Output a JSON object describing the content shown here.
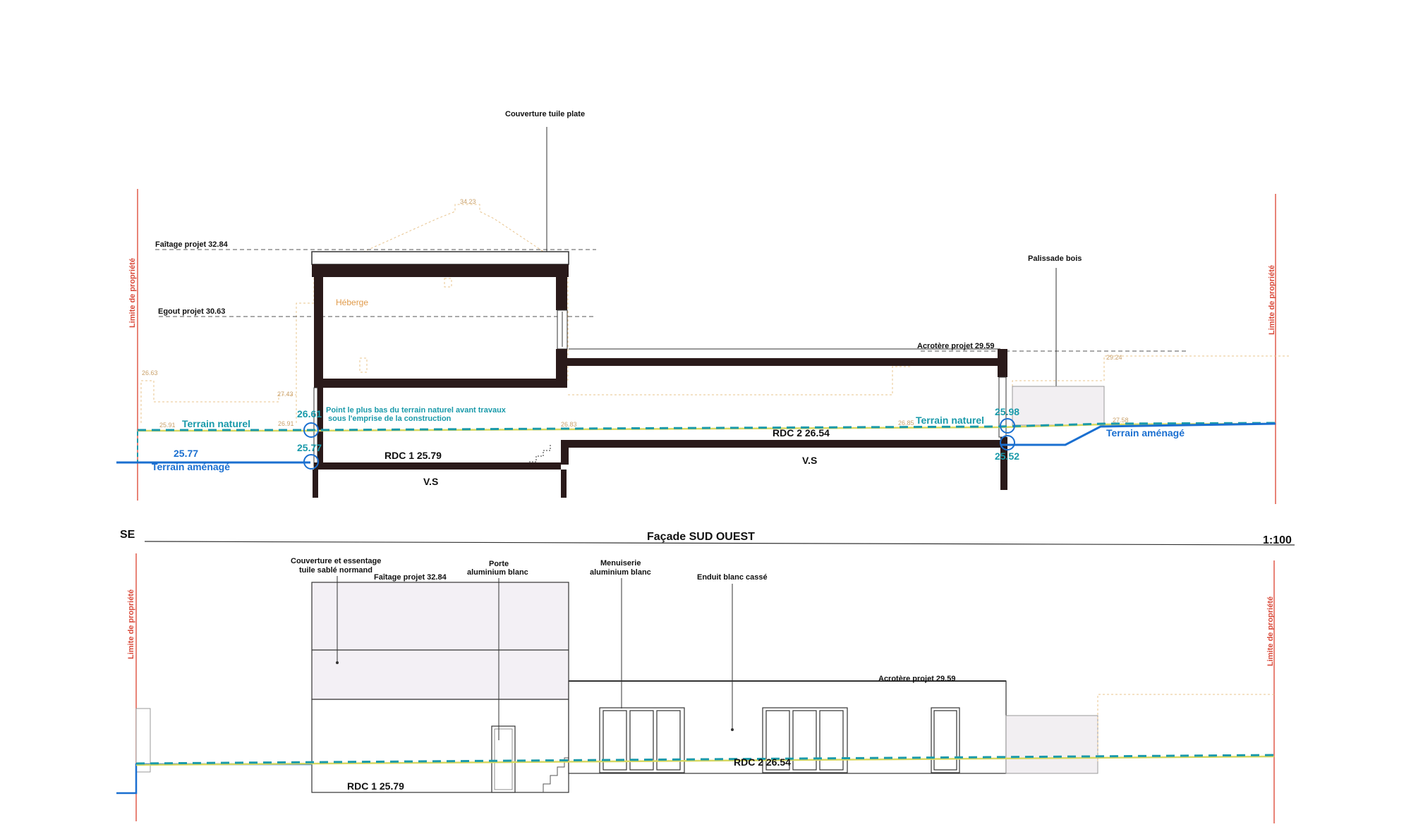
{
  "section": {
    "roof_label": "Couverture tuile plate",
    "faitage": "Faîtage projet 32.84",
    "egout": "Egout projet 30.63",
    "heberge": "Héberge",
    "acrotere": "Acrotère projet 29.59",
    "palissade": "Palissade bois",
    "limite_left": "Limite de propriété",
    "limite_right": "Limite de propriété",
    "terrain_naturel_left": "Terrain naturel",
    "terrain_naturel_right": "Terrain naturel",
    "terrain_amenage_left": "Terrain aménagé",
    "terrain_amenage_right": "Terrain aménagé",
    "point_bas_line1": "Point le plus bas du terrain naturel avant travaux",
    "point_bas_line2": "sous l'emprise de la construction",
    "level_2577": "25.77",
    "level_2661": "26.61",
    "level_2577b": "25.77",
    "level_2598": "25.98",
    "level_2552": "25.52",
    "rdc1": "RDC 1   25.79",
    "rdc2": "RDC 2   26.54",
    "vs_left": "V.S",
    "vs_right": "V.S",
    "ghost_2423": "34.23",
    "ghost_a": "26.63",
    "ghost_b": "25.91",
    "ghost_c": "27.43",
    "ghost_d": "26.91",
    "ghost_e": "26.83",
    "ghost_f": "26.85",
    "ghost_g": "27.58",
    "ghost_h": "29.24"
  },
  "divider": {
    "orientation": "SE",
    "title": "Façade SUD OUEST",
    "scale": "1:100"
  },
  "facade": {
    "roof_label_line1": "Couverture et essentage",
    "roof_label_line2": "tuile sablé normand",
    "faitage": "Faîtage projet 32.84",
    "porte_line1": "Porte",
    "porte_line2": "aluminium blanc",
    "menuiserie_line1": "Menuiserie",
    "menuiserie_line2": "aluminium blanc",
    "enduit": "Enduit blanc cassé",
    "acrotere": "Acrotère projet 29.59",
    "limite_left": "Limite de propriété",
    "limite_right": "Limite de propriété",
    "rdc1": "RDC 1   25.79",
    "rdc2": "RDC 2   26.54"
  },
  "colors": {
    "wall": "#2a1a1a",
    "property_line": "#e05a4a",
    "terrain_naturel": "#1a9aaa",
    "terrain_amenage": "#1a6fd0",
    "ghost": "#d8b27a"
  }
}
